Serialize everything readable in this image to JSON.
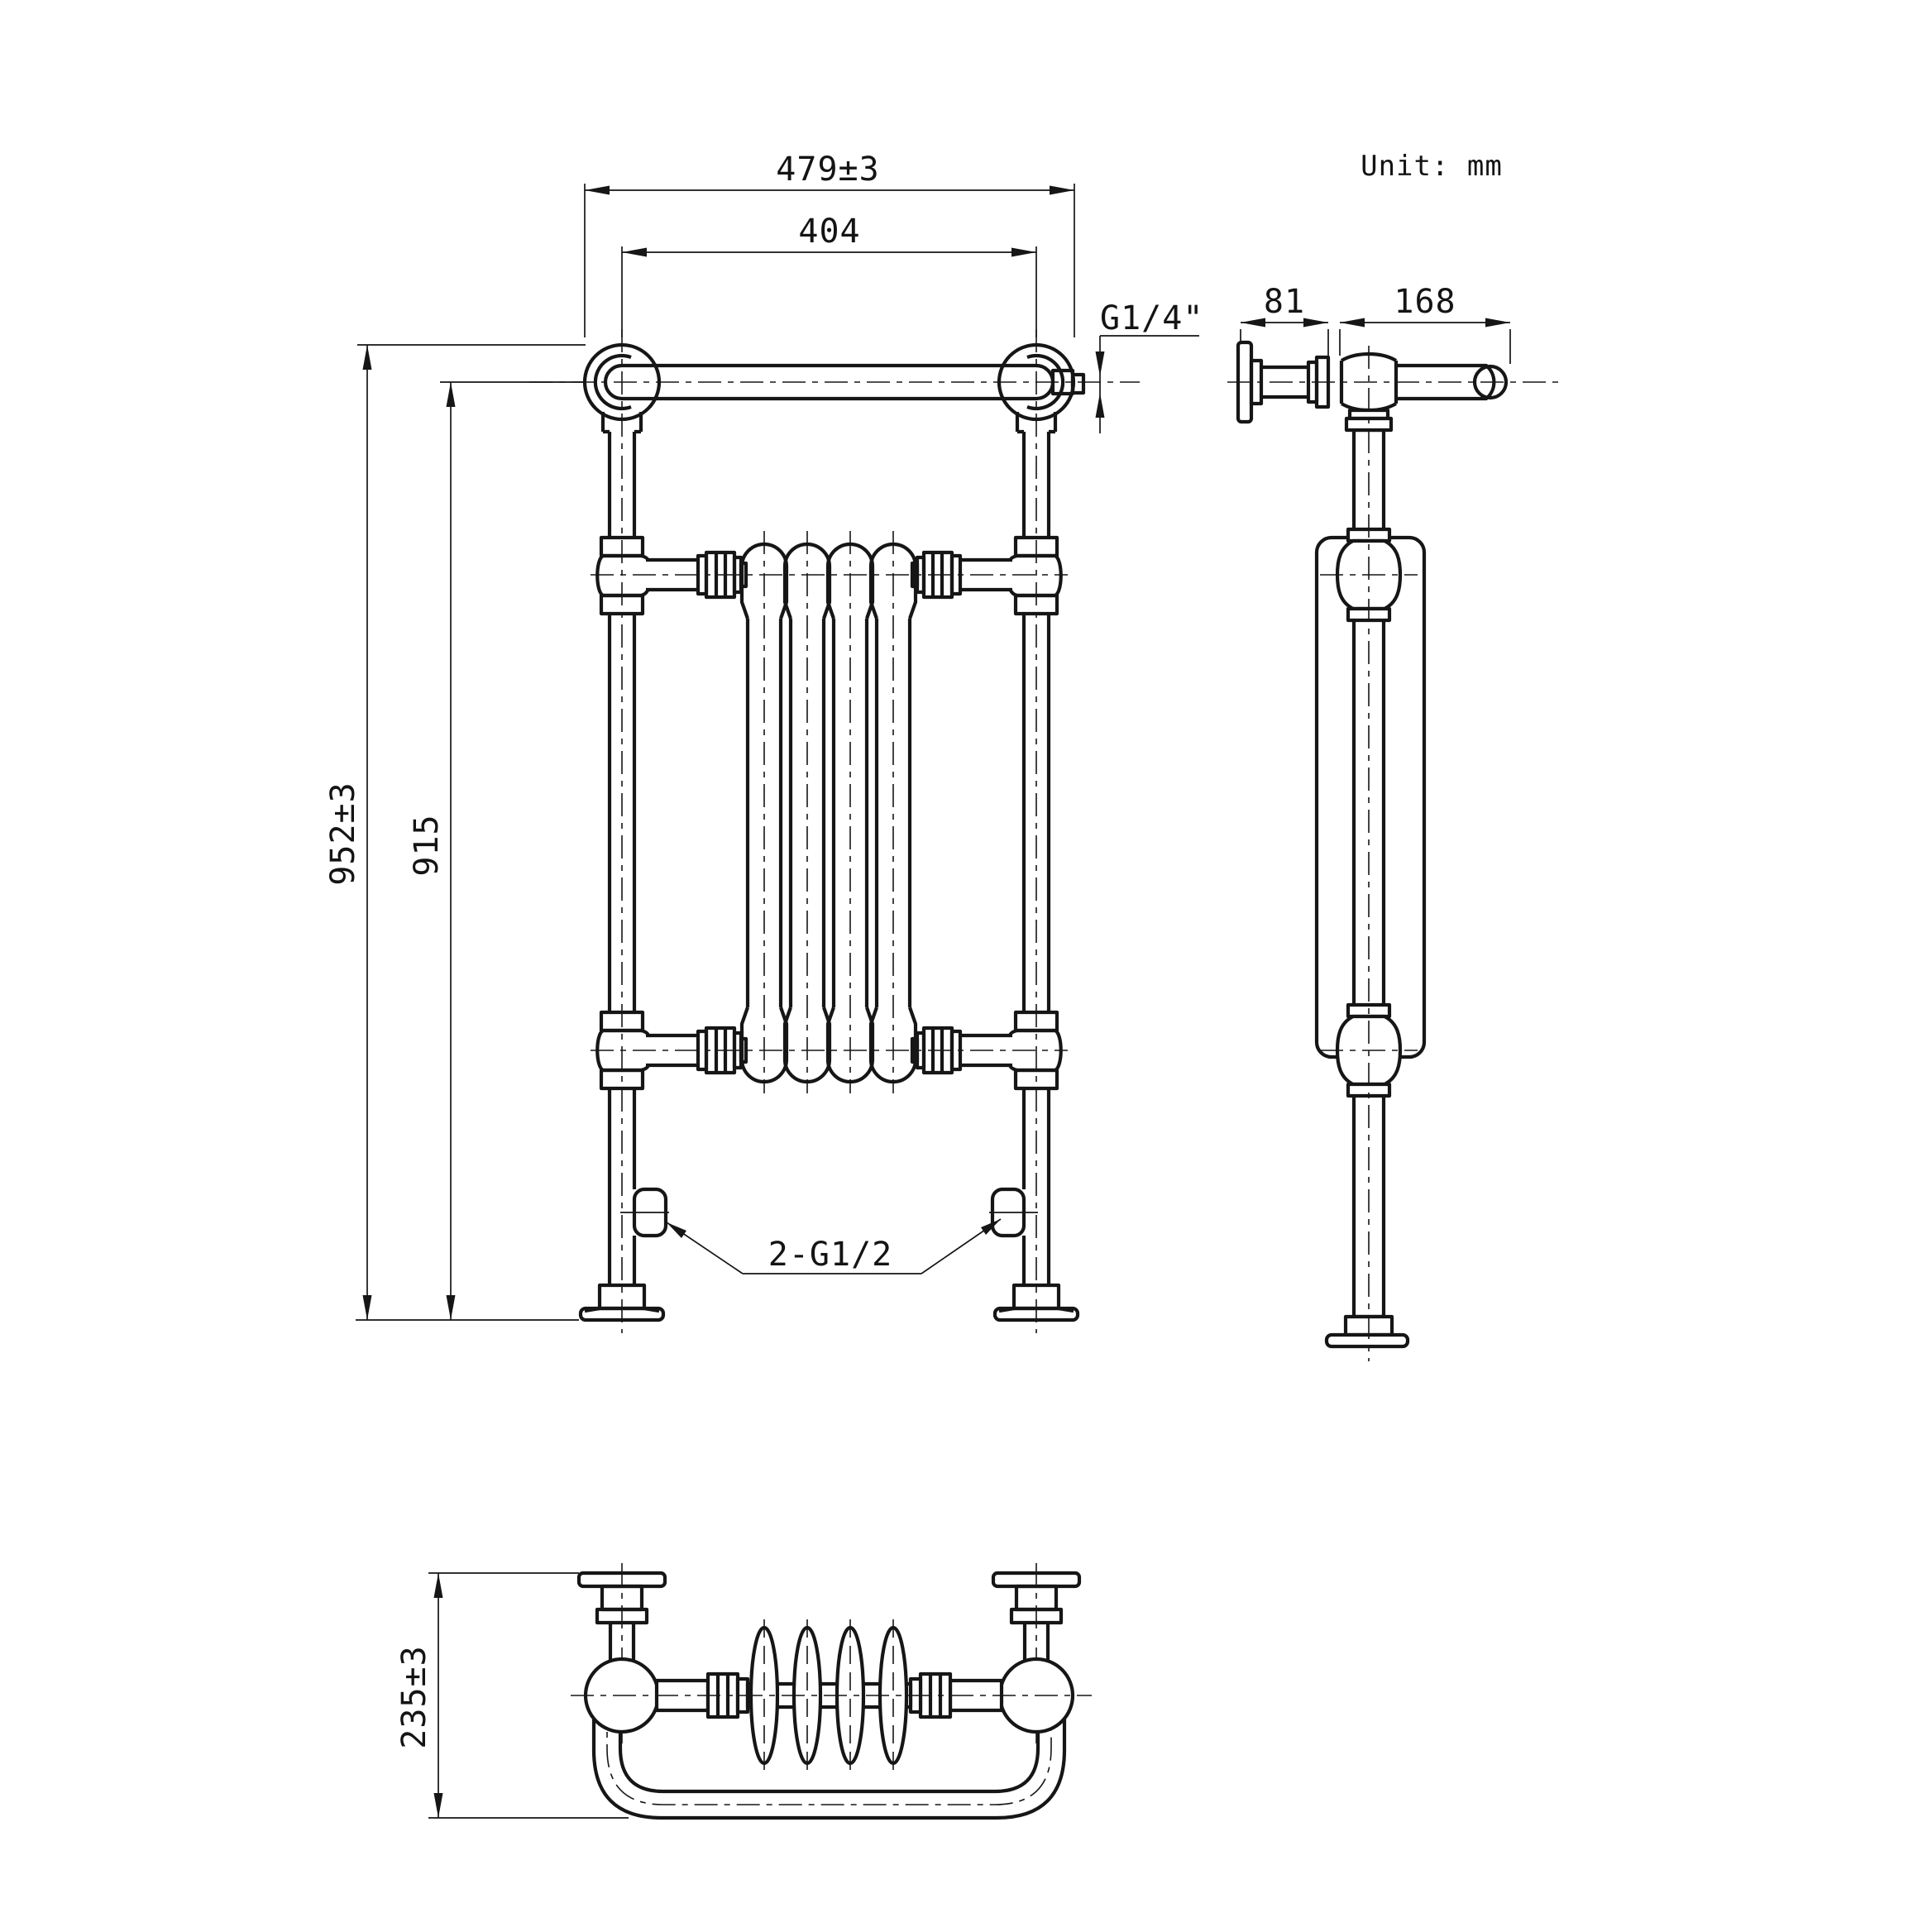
{
  "page": {
    "background": "#ffffff",
    "line_color": "#161616",
    "text_color": "#141414"
  },
  "unit_note": "Unit: mm",
  "front_view": {
    "dim_overall_width": "479±3",
    "dim_flange_centers": "404",
    "dim_overall_height": "952±3",
    "dim_rail_center_height": "915",
    "label_vent_thread": "G1/4\"",
    "label_valve_threads": "2-G1/2"
  },
  "side_view": {
    "dim_bracket_depth": "81",
    "dim_rail_depth": "168"
  },
  "plan_view": {
    "dim_overall_depth": "235±3"
  }
}
